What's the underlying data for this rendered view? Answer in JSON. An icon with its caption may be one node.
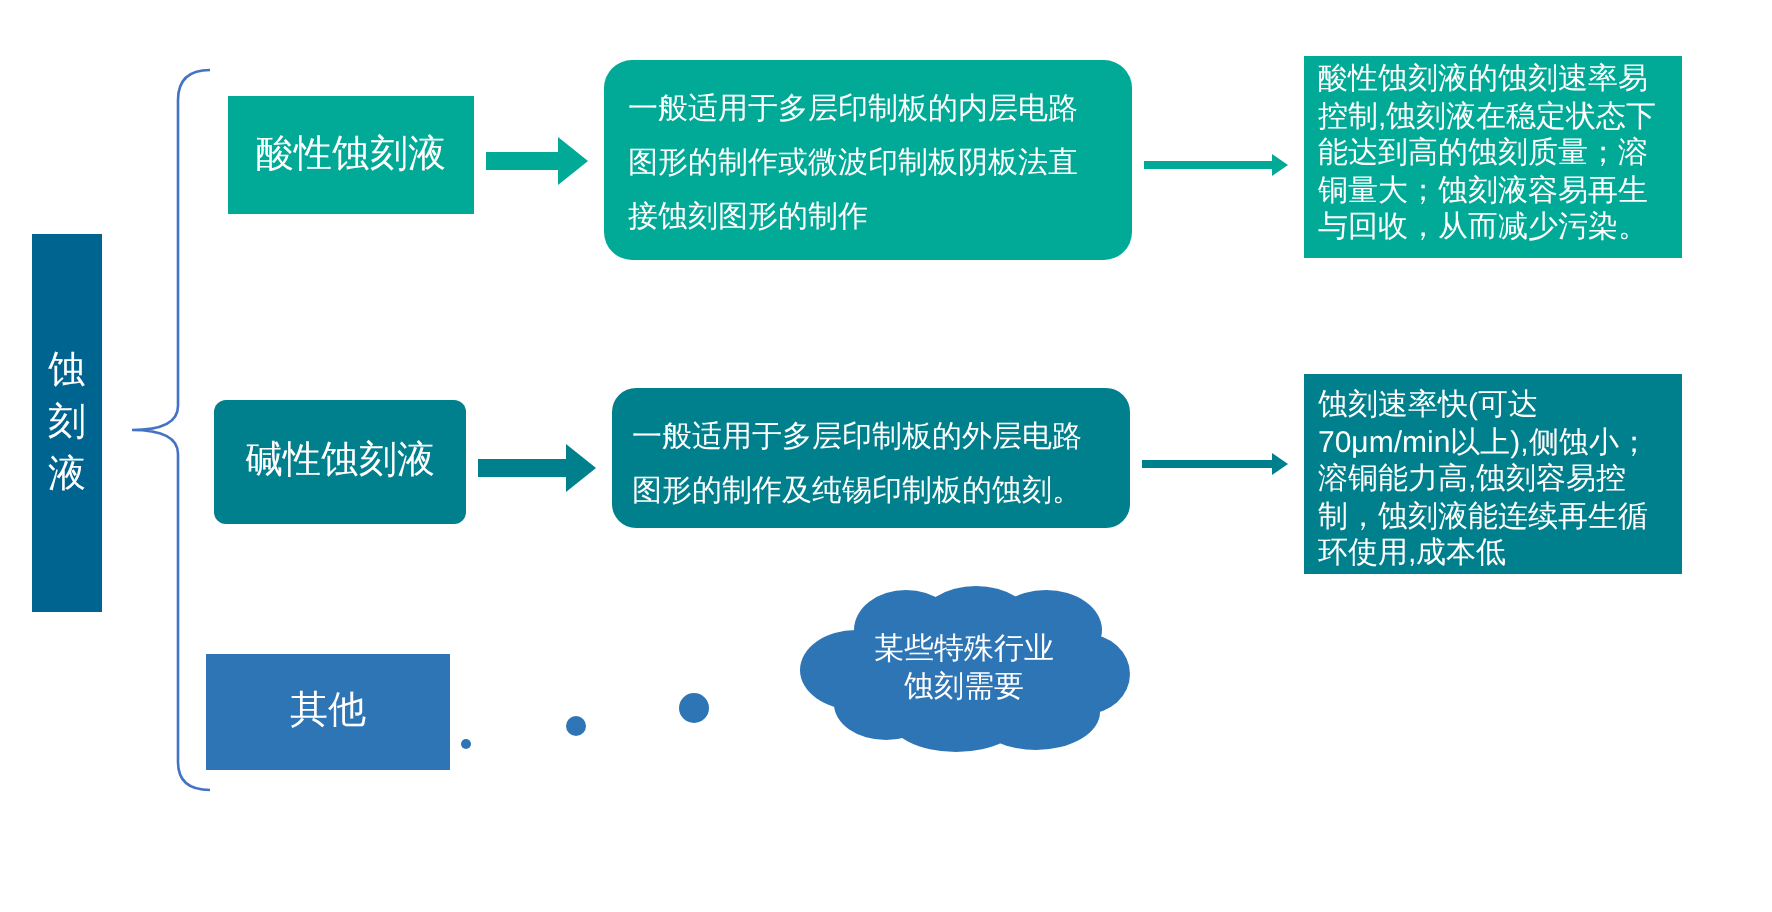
{
  "diagram": {
    "nodes": [
      {
        "text": [
          "蚀刻液"
        ]
      },
      {
        "text": [
          "酸性蚀刻液"
        ]
      },
      {
        "text": [
          "一般适用于多层印制板的内层电路图形的制作或微波印制板阴板法直接蚀刻图形的制作"
        ]
      },
      {
        "text": [
          "酸性蚀刻液的蚀刻速率易控制,蚀刻液在稳定状态下能达到高的蚀刻质量；溶铜量大；蚀刻液容易再生与回收，从而减少污染。"
        ]
      },
      {
        "text": [
          "碱性蚀刻液"
        ]
      },
      {
        "text": [
          "一般适用于多层印制板的外层电路图形的制作及纯锡印制板的蚀刻。"
        ]
      },
      {
        "text": [
          "蚀刻速率快(可达70μm/min以上),侧蚀小；溶铜能力高,蚀刻容易控制，蚀刻液能连续再生循环使用,成本低"
        ]
      },
      {
        "text": [
          "其他"
        ]
      },
      {
        "text": [
          "某些特殊行业蚀刻需要"
        ]
      }
    ],
    "edges": [
      {
        "from": 1,
        "to": 2,
        "arrow": "to",
        "style": "thick"
      },
      {
        "from": 2,
        "to": 3,
        "arrow": "to"
      },
      {
        "from": 4,
        "to": 5,
        "arrow": "to",
        "style": "thick",
        "color": "#007f8c"
      },
      {
        "from": 5,
        "to": 6,
        "arrow": "to",
        "color": "#007f8c"
      }
    ]
  }
}
